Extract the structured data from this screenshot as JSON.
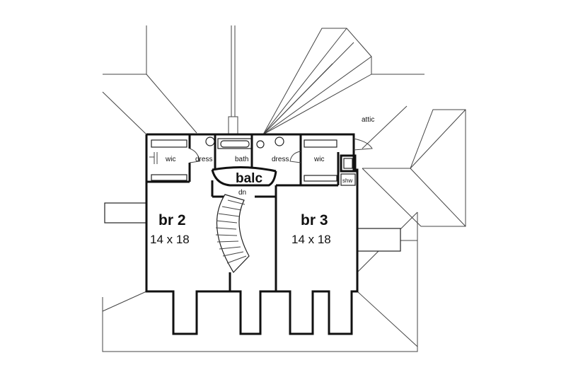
{
  "labels": {
    "attic": "attic",
    "wic_left": "wic",
    "dress_left": "dress",
    "bath": "bath",
    "dress_right": "dress",
    "wic_right": "wic",
    "balc": "balc",
    "dn": "dn",
    "shw": "shw"
  },
  "rooms": {
    "br2": {
      "name": "br 2",
      "size": "14 x 18"
    },
    "br3": {
      "name": "br 3",
      "size": "14 x 18"
    }
  }
}
